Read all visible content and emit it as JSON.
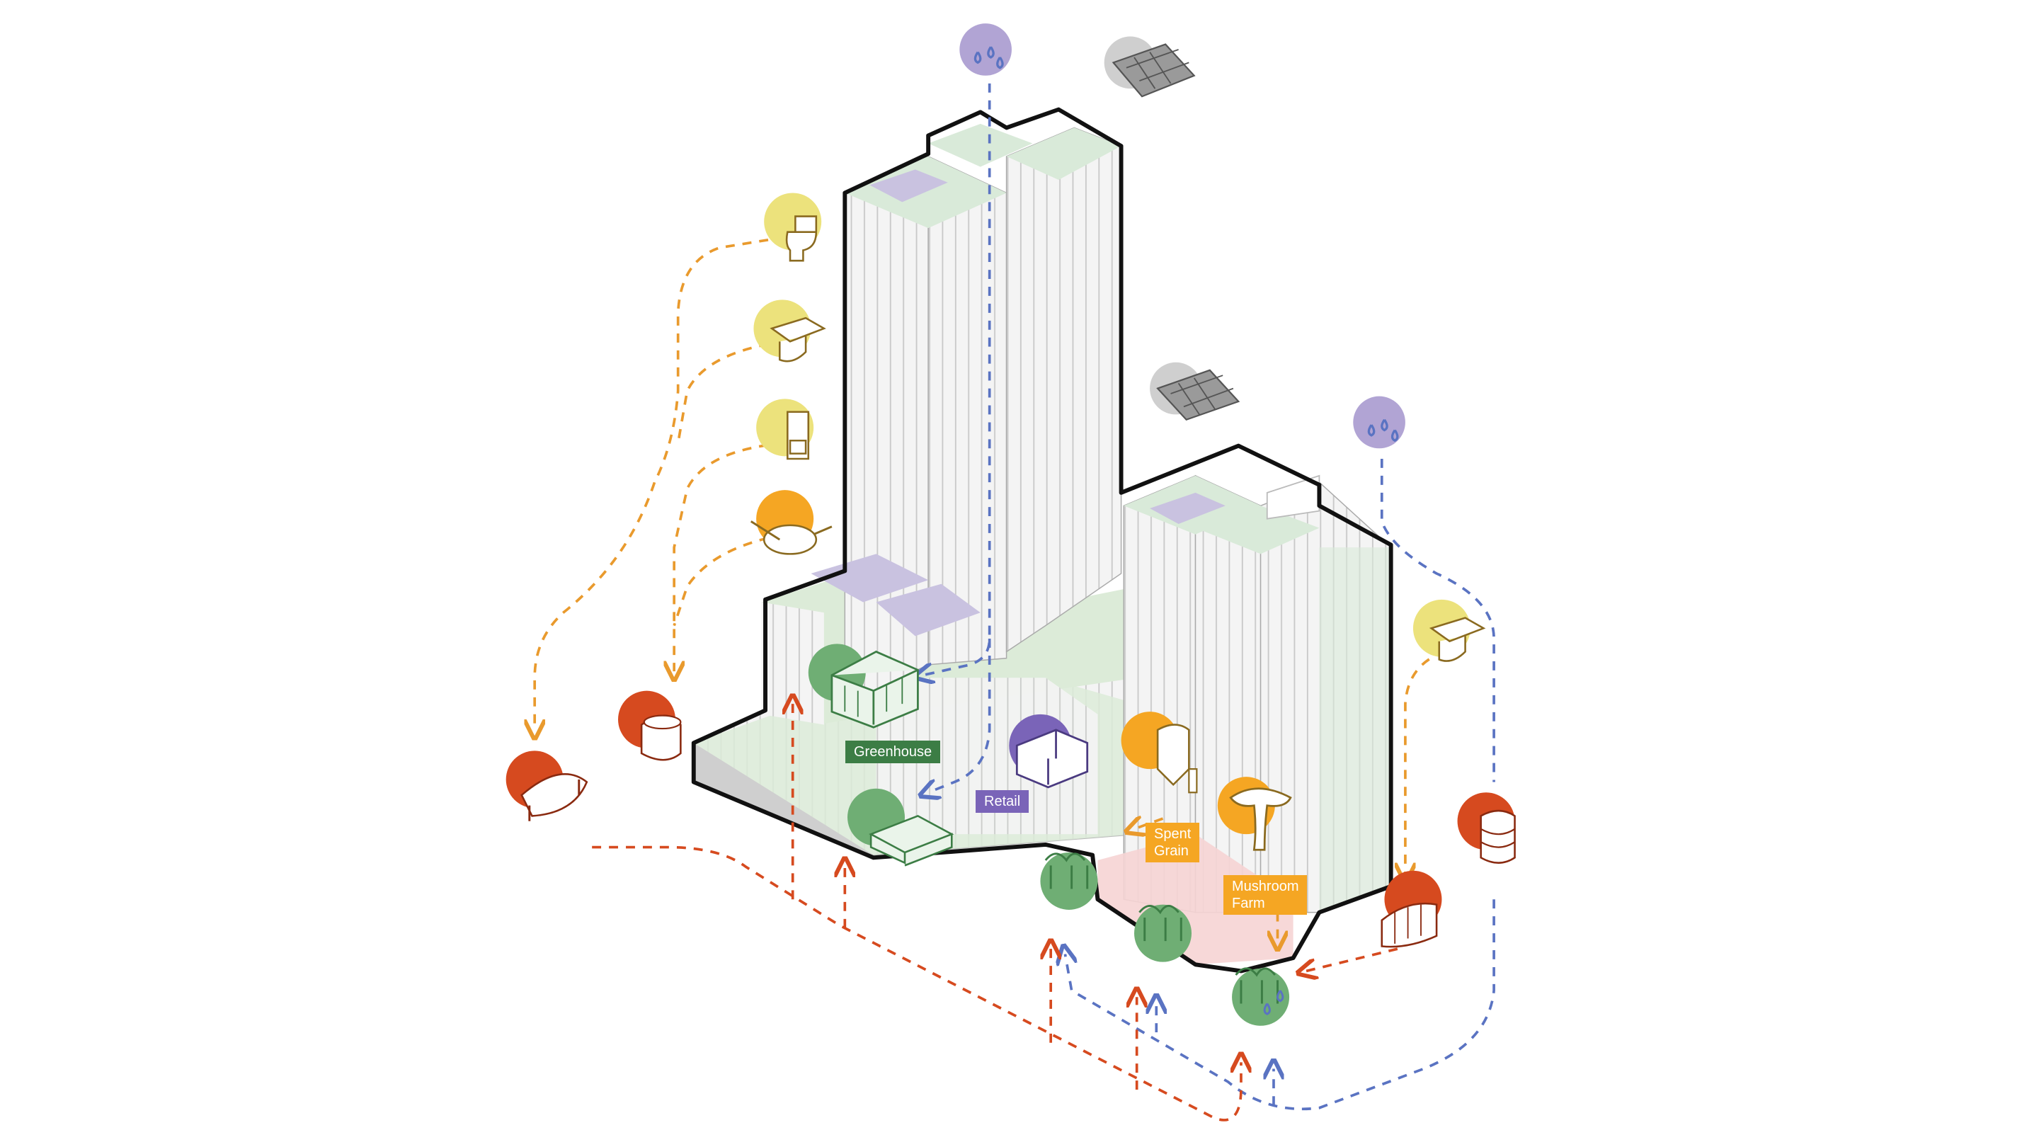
{
  "labels": {
    "greenhouse": "Greenhouse",
    "retail": "Retail",
    "spent_grain": "Spent\nGrain",
    "mushroom_farm": "Mushroom\nFarm"
  },
  "colors": {
    "yellow": "#ece27c",
    "orange": "#f5a623",
    "purple": "#b1a4d4",
    "purple_dark": "#7a64b8",
    "green": "#6fae74",
    "green_dark": "#3c7d45",
    "red": "#d64a1f",
    "blue_flow": "#5a73c2",
    "orange_flow": "#e99a2d",
    "gray": "#cfcfcf",
    "roof": "#d9ead9",
    "plaza": "#dcebd8"
  },
  "icons": [
    "rain-icon",
    "solar-panel-icon",
    "toilet-icon",
    "sink-icon",
    "shower-icon",
    "food-plate-icon",
    "greenhouse-icon",
    "retail-shop-icon",
    "brewery-tank-icon",
    "mushroom-icon",
    "composter-icon",
    "digester-tank-icon",
    "water-tank-icon",
    "planter-icon"
  ]
}
